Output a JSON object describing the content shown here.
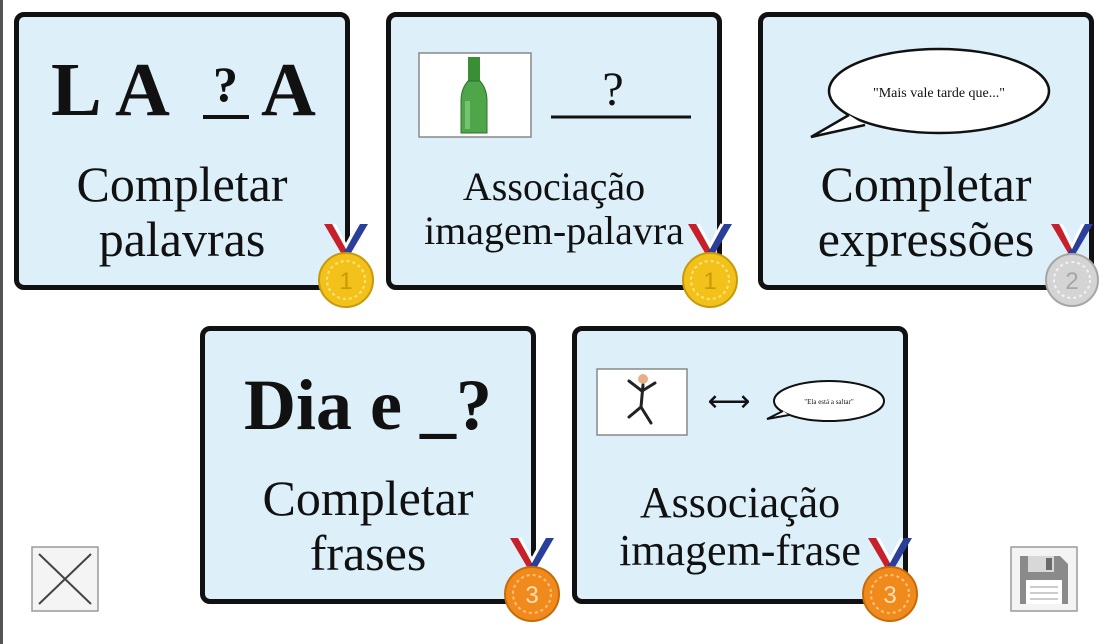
{
  "activities": [
    {
      "name": "completar-palavras",
      "illustration": "L A ? A",
      "line1": "Completar",
      "line2": "palavras",
      "medal_rank": "1",
      "medal_color": "#f2c21b"
    },
    {
      "name": "associacao-imagem-palavra",
      "illustration_q": "?",
      "line1": "Associação",
      "line2": "imagem-palavra",
      "medal_rank": "1",
      "medal_color": "#f2c21b"
    },
    {
      "name": "completar-expressoes",
      "bubble_text": "\"Mais vale tarde que...\"",
      "line1": "Completar",
      "line2": "expressões",
      "medal_rank": "2",
      "medal_color": "#cfcfcf"
    },
    {
      "name": "completar-frases",
      "illustration": "Dia e _?",
      "line1": "Completar",
      "line2": "frases",
      "medal_rank": "3",
      "medal_color": "#f08a1c"
    },
    {
      "name": "associacao-imagem-frase",
      "arrow": "⟷",
      "bubble_text": "\"Ela está a saltar\"",
      "line1": "Associação",
      "line2": "imagem-frase",
      "medal_rank": "3",
      "medal_color": "#f08a1c"
    }
  ],
  "controls": {
    "close_icon": "close-icon",
    "save_icon": "floppy-disk-icon"
  },
  "colors": {
    "card_bg": "#ddf0fa",
    "ribbon_red": "#c8202a",
    "ribbon_blue": "#2a3f9a"
  }
}
